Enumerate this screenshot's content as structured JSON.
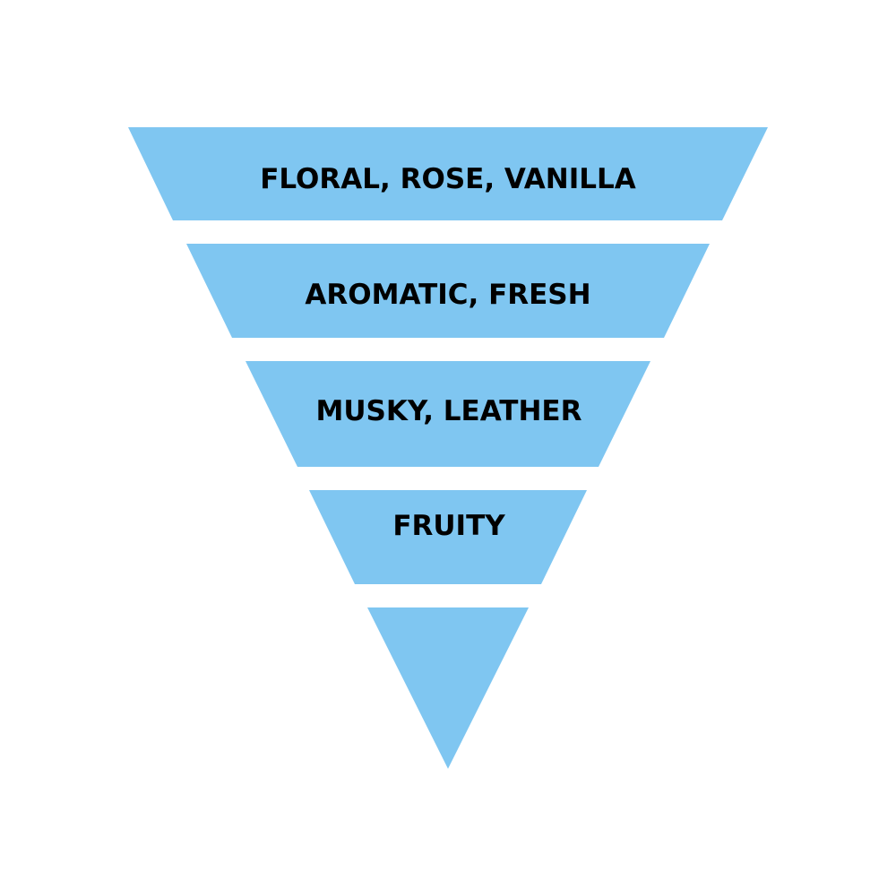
{
  "colors": {
    "background": "#ffffff",
    "segment_fill": "#7fc6f1",
    "label_text": "#000000"
  },
  "funnel": {
    "segments": [
      {
        "label": "FLORAL, ROSE, VANILLA"
      },
      {
        "label": "AROMATIC, FRESH"
      },
      {
        "label": "MUSKY, LEATHER"
      },
      {
        "label": "FRUITY"
      },
      {
        "label": ""
      }
    ]
  }
}
